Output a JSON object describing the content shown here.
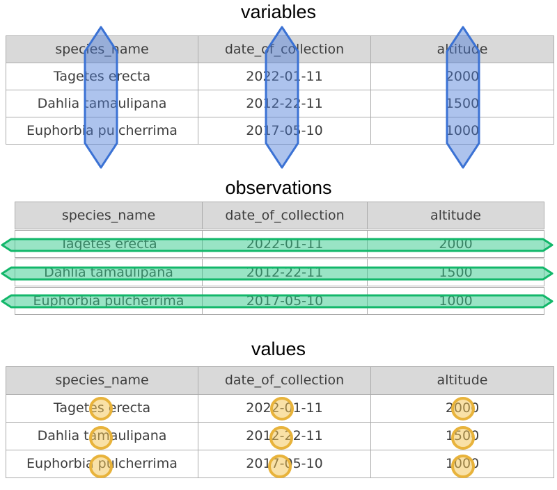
{
  "sections": [
    {
      "title": "variables",
      "highlight": "columns",
      "table": {
        "headers": [
          "species_name",
          "date_of_collection",
          "altitude"
        ],
        "rows": [
          [
            "Tagetes erecta",
            "2022-01-11",
            "2000"
          ],
          [
            "Dahlia tamaulipana",
            "2012-22-11",
            "1500"
          ],
          [
            "Euphorbia pulcherrima",
            "2017-05-10",
            "1000"
          ]
        ]
      }
    },
    {
      "title": "observations",
      "highlight": "rows",
      "table": {
        "headers": [
          "species_name",
          "date_of_collection",
          "altitude"
        ],
        "rows": [
          [
            "Tagetes erecta",
            "2022-01-11",
            "2000"
          ],
          [
            "Dahlia tamaulipana",
            "2012-22-11",
            "1500"
          ],
          [
            "Euphorbia pulcherrima",
            "2017-05-10",
            "1000"
          ]
        ]
      }
    },
    {
      "title": "values",
      "highlight": "values",
      "table": {
        "headers": [
          "species_name",
          "date_of_collection",
          "altitude"
        ],
        "rows": [
          [
            "Tagetes erecta",
            "2022-01-11",
            "2000"
          ],
          [
            "Dahlia tamaulipana",
            "2012-22-11",
            "1500"
          ],
          [
            "Euphorbia pulcherrima",
            "2017-05-10",
            "1000"
          ]
        ]
      }
    }
  ],
  "colors": {
    "header_bg": "#d9d9d9",
    "table_border": "#ababab",
    "cell_text": "#3d3d3d",
    "column_highlight_stroke": "#3b72d4",
    "column_highlight_fill": "#4a7ad6",
    "row_highlight_stroke": "#12b76a",
    "row_highlight_fill": "#34c98c",
    "value_highlight_stroke": "#e8b33b",
    "value_highlight_fill": "#f3c350"
  }
}
